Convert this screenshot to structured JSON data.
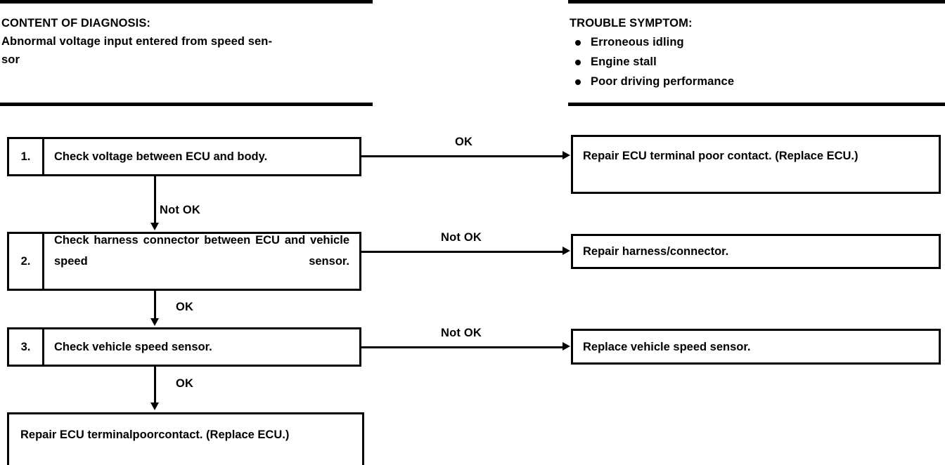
{
  "header": {
    "left": {
      "title": "CONTENT OF DIAGNOSIS:",
      "description": "Abnormal voltage input entered from speed sen-\nsor"
    },
    "right": {
      "title": "TROUBLE SYMPTOM:",
      "symptoms": [
        "Erroneous idling",
        "Engine stall",
        "Poor driving performance"
      ]
    }
  },
  "flow": {
    "steps": [
      {
        "number": "1.",
        "text": "Check voltage between ECU and body.",
        "branch_label": "OK",
        "result": "Repair ECU terminal poor contact. (Replace ECU.)",
        "next_label": "Not OK"
      },
      {
        "number": "2.",
        "text": "Check harness connector between ECU and vehicle speed sensor.",
        "branch_label": "Not OK",
        "result": "Repair harness/connector.",
        "next_label": "OK"
      },
      {
        "number": "3.",
        "text": "Check vehicle speed sensor.",
        "branch_label": "Not OK",
        "result": "Replace vehicle speed sensor.",
        "next_label": "OK"
      }
    ],
    "terminal": {
      "text": "Repair  ECU  terminalpoorcontact.  (Replace ECU.)"
    }
  },
  "colors": {
    "ink": "#000000",
    "paper": "#ffffff"
  }
}
